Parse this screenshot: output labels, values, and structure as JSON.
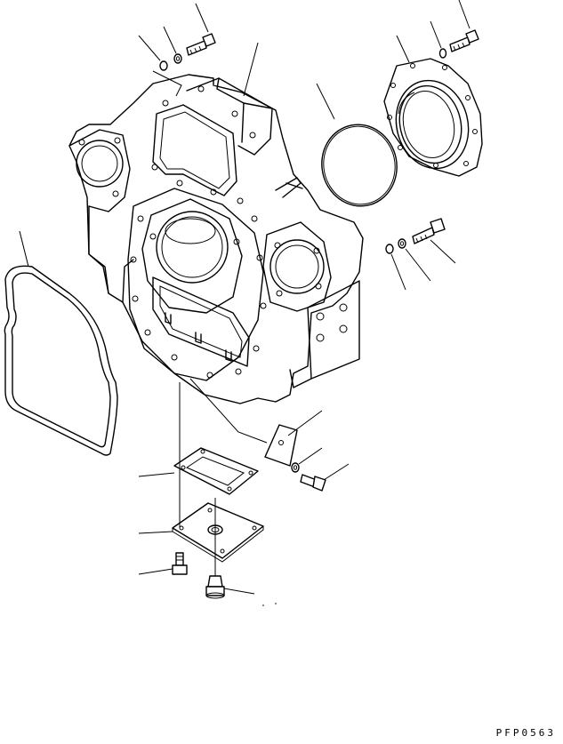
{
  "drawing": {
    "code": "PFP0563",
    "parts": [
      "flywheel-housing",
      "housing-gasket",
      "o-ring",
      "oil-seal-retainer",
      "retainer-bolt",
      "retainer-washer",
      "housing-bolt",
      "housing-washer",
      "housing-lockwasher",
      "side-bolt",
      "side-washer",
      "side-lockwasher",
      "inspection-cover-gasket",
      "inspection-cover",
      "cover-bolt",
      "drain-plug",
      "bracket-plate",
      "bracket-washer",
      "bracket-bolt"
    ]
  }
}
